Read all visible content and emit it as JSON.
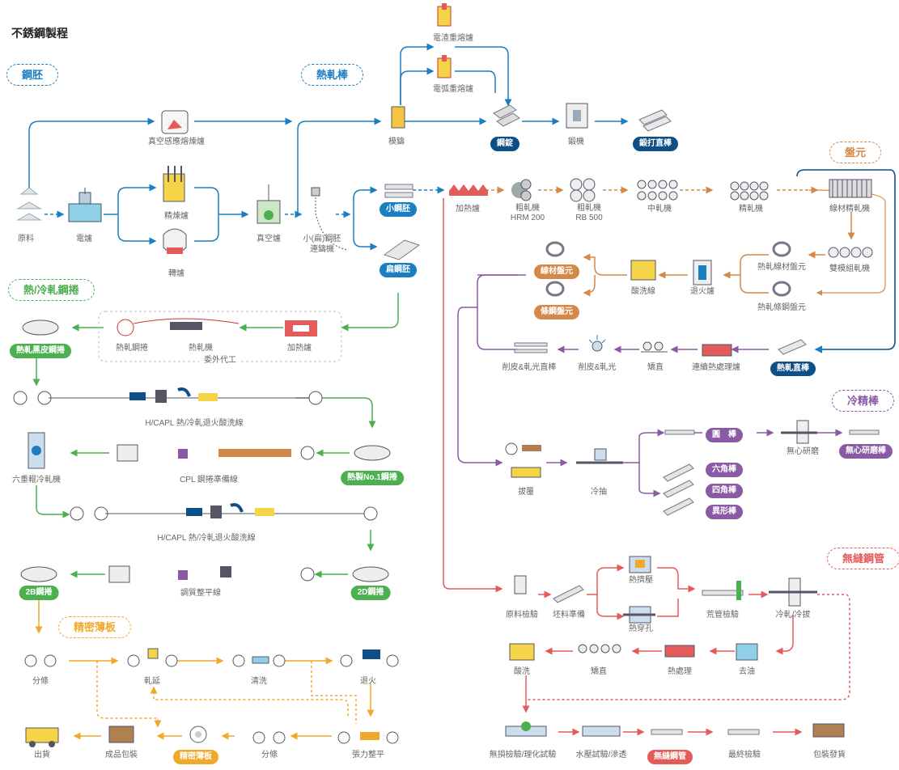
{
  "title": "不銹鋼製程",
  "sections": {
    "billet": "鋼胚",
    "hot_rolled_bar": "熱軋棒",
    "wire_rod": "盤元",
    "coil": "熱/冷軋鋼捲",
    "cold_finish_bar": "冷精棒",
    "seamless_pipe": "無縫鋼管",
    "precision_sheet": "精密薄板"
  },
  "colors": {
    "blue": "#1a7fc1",
    "navy": "#0d4f86",
    "orange": "#d4894a",
    "purple": "#8b5aa5",
    "green": "#4caf50",
    "red": "#e45b5b",
    "yellow": "#f0a92a"
  },
  "labels": {
    "raw": "原料",
    "eaf": "電爐",
    "vim": "真空感應熔煉爐",
    "refining": "精煉爐",
    "converter": "轉爐",
    "vacuum": "真空爐",
    "cc_line1": "小(扁)鋼胚",
    "cc_line2": "連鑄機",
    "ingot_casting": "模鑄",
    "esr": "電渣重熔爐",
    "var": "電弧重熔爐",
    "forging": "鍛機",
    "reheat1": "加熱爐",
    "rough1": "粗軋機",
    "rough1_sub": "HRM 200",
    "rough2": "粗軋機",
    "rough2_sub": "RB 500",
    "mid_mill": "中軋機",
    "finish_mill": "精軋機",
    "wire_finish": "線材精軋機",
    "twin_mill": "雙模組軋機",
    "hr_wire": "熱軋線材盤元",
    "hr_bar_coil": "熱軋條鋼盤元",
    "anneal": "退火爐",
    "pickle_line": "酸洗線",
    "cont_heat": "連續熱處理爐",
    "straighten": "矯直",
    "peel_polish": "削皮&軋光",
    "peel_bar": "削皮&軋光直棒",
    "hot_strip": "熱軋鋼捲",
    "hot_mill": "熱軋機",
    "reheat2": "加熱爐",
    "outsourced": "委外代工",
    "hcapl1": "H/CAPL 熱/冷軋退火酸洗線",
    "cpl": "CPL 鋼捲準備線",
    "sixhi": "六重輥冷軋機",
    "hcapl2": "H/CAPL 熱/冷軋退火酸洗線",
    "skin_pass": "調質整平線",
    "draw": "拔覆",
    "cold_draw": "冷抽",
    "centerless": "無心研磨",
    "inspect_raw": "原料檢驗",
    "billet_prep": "坯料準備",
    "hot_extrude": "熱擠壓",
    "hot_pierce": "熱穿孔",
    "hollow_inspect": "荒管檢驗",
    "cold_roll": "冷軋/冷拔",
    "pickle": "酸洗",
    "straighten2": "矯直",
    "heat_treat": "熱處理",
    "degrease": "去油",
    "ndt": "無損檢驗/理化試驗",
    "hydro": "水壓試驗/滲透",
    "final_inspect": "最終檢驗",
    "pack_ship": "包裝發貨",
    "slit1": "分條",
    "roll": "軋延",
    "clean": "清洗",
    "anneal2": "退火",
    "ship": "出貨",
    "pack": "成品包裝",
    "slit2": "分條",
    "tension_level": "張力整平"
  },
  "products": {
    "small_billet": "小鋼胚",
    "flat_billet": "扁鋼胚",
    "ingot": "鋼錠",
    "forged_bar": "鍛打直棒",
    "wire_coil": "線材盤元",
    "bar_coil": "條鋼盤元",
    "hot_bar": "熱軋直棒",
    "black_coil": "熱軋黑皮鋼捲",
    "no1_coil": "熱製No.1鋼捲",
    "coil_2d": "2D鋼捲",
    "coil_2b": "2B鋼捲",
    "round_bar": "圓　棒",
    "hex_bar": "六角棒",
    "square_bar": "四角棒",
    "shaped_bar": "異形棒",
    "ground_bar": "無心研磨棒",
    "seamless_pipe": "無縫鋼管",
    "precision_sheet": "精密薄板"
  }
}
